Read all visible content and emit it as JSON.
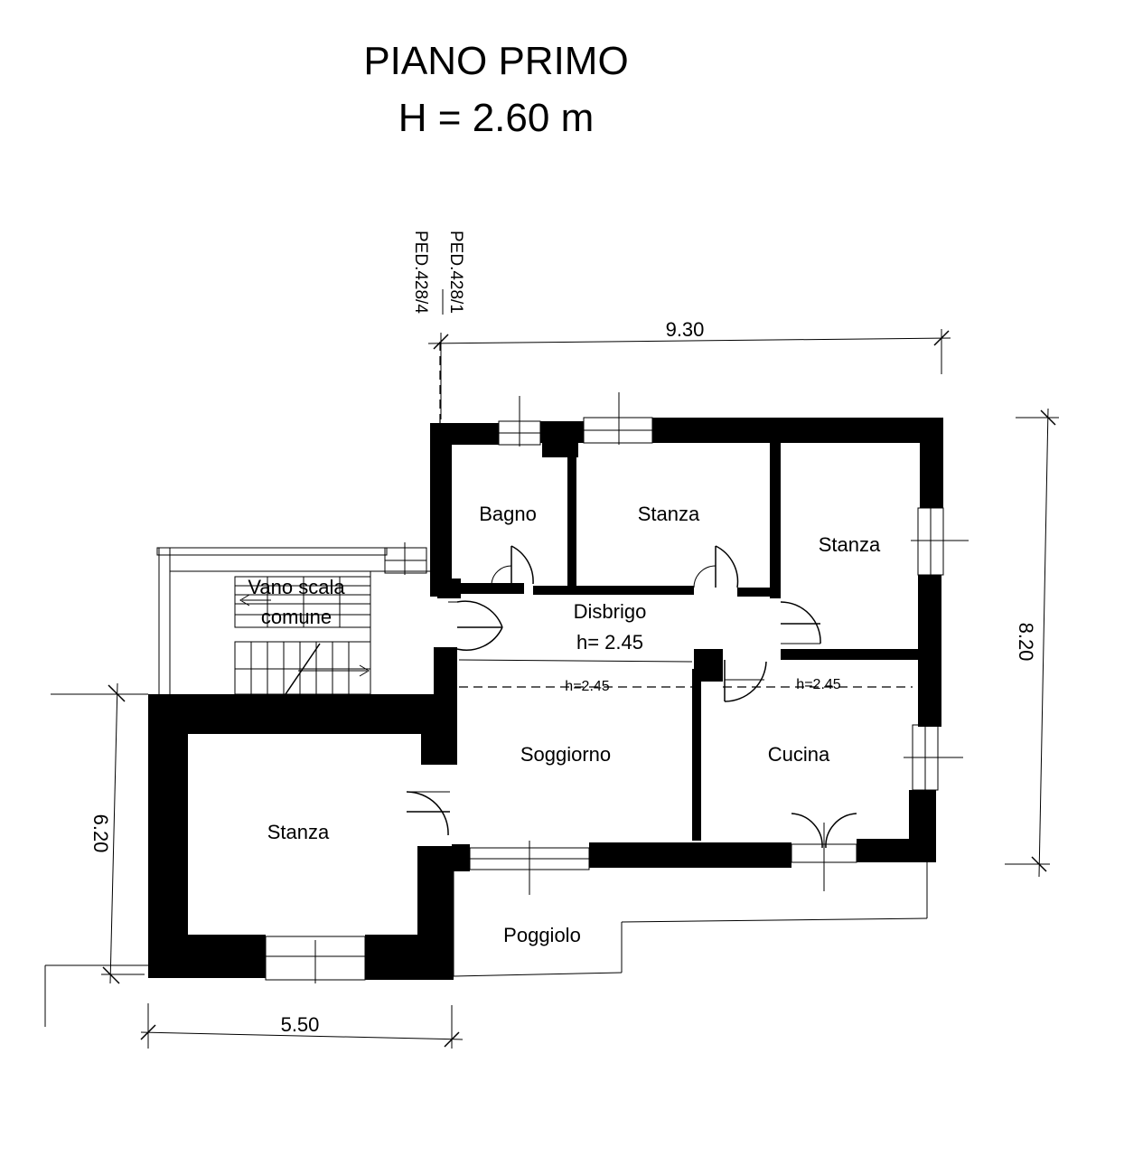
{
  "title": {
    "line1": "PIANO PRIMO",
    "line2": "H = 2.60 m"
  },
  "parcels": {
    "right": "PED.428/1",
    "left": "PED.428/4"
  },
  "rooms": {
    "bagno": "Bagno",
    "stanza_top": "Stanza",
    "stanza_right": "Stanza",
    "disbrigo": "Disbrigo",
    "disbrigo_height": "h= 2.45",
    "vano_line1": "Vano scala",
    "vano_line2": "comune",
    "soggiorno": "Soggiorno",
    "soggiorno_height": "h=2.45",
    "cucina": "Cucina",
    "cucina_height": "h=2.45",
    "stanza_left": "Stanza",
    "poggiolo": "Poggiolo"
  },
  "dimensions": {
    "top": "9.30",
    "right": "8.20",
    "left": "6.20",
    "bottom": "5.50"
  }
}
